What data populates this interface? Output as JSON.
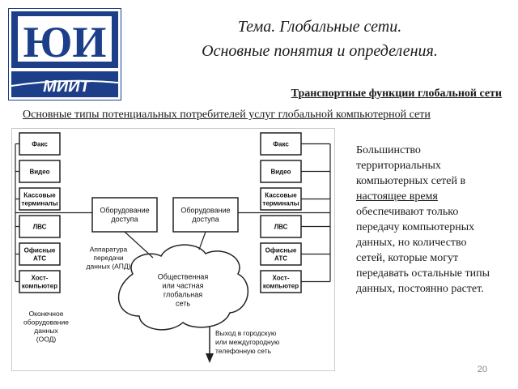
{
  "logo": {
    "letters": "ЮИ",
    "wordmark": "МИИТ"
  },
  "header": {
    "title_line1": "Тема. Глобальные сети.",
    "title_line2": "Основные понятия и определения."
  },
  "subtitles": {
    "section": "Транспортные функции глобальной сети",
    "consumers": "Основные типы потенциальных потребителей услуг глобальной компьютерной сети"
  },
  "diagram": {
    "left_boxes": [
      "Факс",
      "Видео",
      [
        "Кассовые",
        "терминалы"
      ],
      "ЛВС",
      [
        "Офисные",
        "АТС"
      ],
      [
        "Хост-",
        "компьютер"
      ]
    ],
    "right_boxes": [
      "Факс",
      "Видео",
      [
        "Кассовые",
        "терминалы"
      ],
      "ЛВС",
      [
        "Офисные",
        "АТС"
      ],
      [
        "Хост-",
        "компьютер"
      ]
    ],
    "equipment_left": [
      "Оборудование",
      "доступа"
    ],
    "equipment_right": [
      "Оборудование",
      "доступа"
    ],
    "apd_label": [
      "Аппаратура",
      "передачи",
      "данных (АПД)"
    ],
    "ood_label": [
      "Оконечное",
      "оборудование",
      "данных",
      "(ООД)"
    ],
    "cloud_label": [
      "Общественная",
      "или частная",
      "глобальная",
      "сеть"
    ],
    "exit_label": [
      "Выход в городскую",
      "или междугородную",
      "телефонную сеть"
    ]
  },
  "side_text": {
    "before": "Большинство территориальных компьютерных сетей в ",
    "underlined": "настоящее время",
    "after": " обеспечивают только передачу компьютерных данных, но количество сетей, которые могут передавать остальные типы данных, постоянно растет."
  },
  "page_number": "20",
  "colors": {
    "logo_blue": "#1d3f8a",
    "logo_dark": "#1a2a55"
  }
}
